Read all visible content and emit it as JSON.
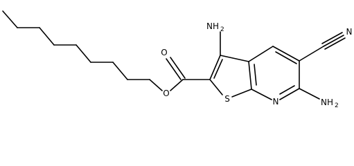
{
  "molecule": {
    "labels": {
      "amino_top": {
        "main": "NH",
        "sub": "2"
      },
      "amino_bottom": {
        "main": "NH",
        "sub": "2"
      },
      "nitrile_n": "N",
      "ring_n": "N",
      "ring_s": "S",
      "carbonyl_o": "O",
      "ester_o": "O"
    }
  }
}
